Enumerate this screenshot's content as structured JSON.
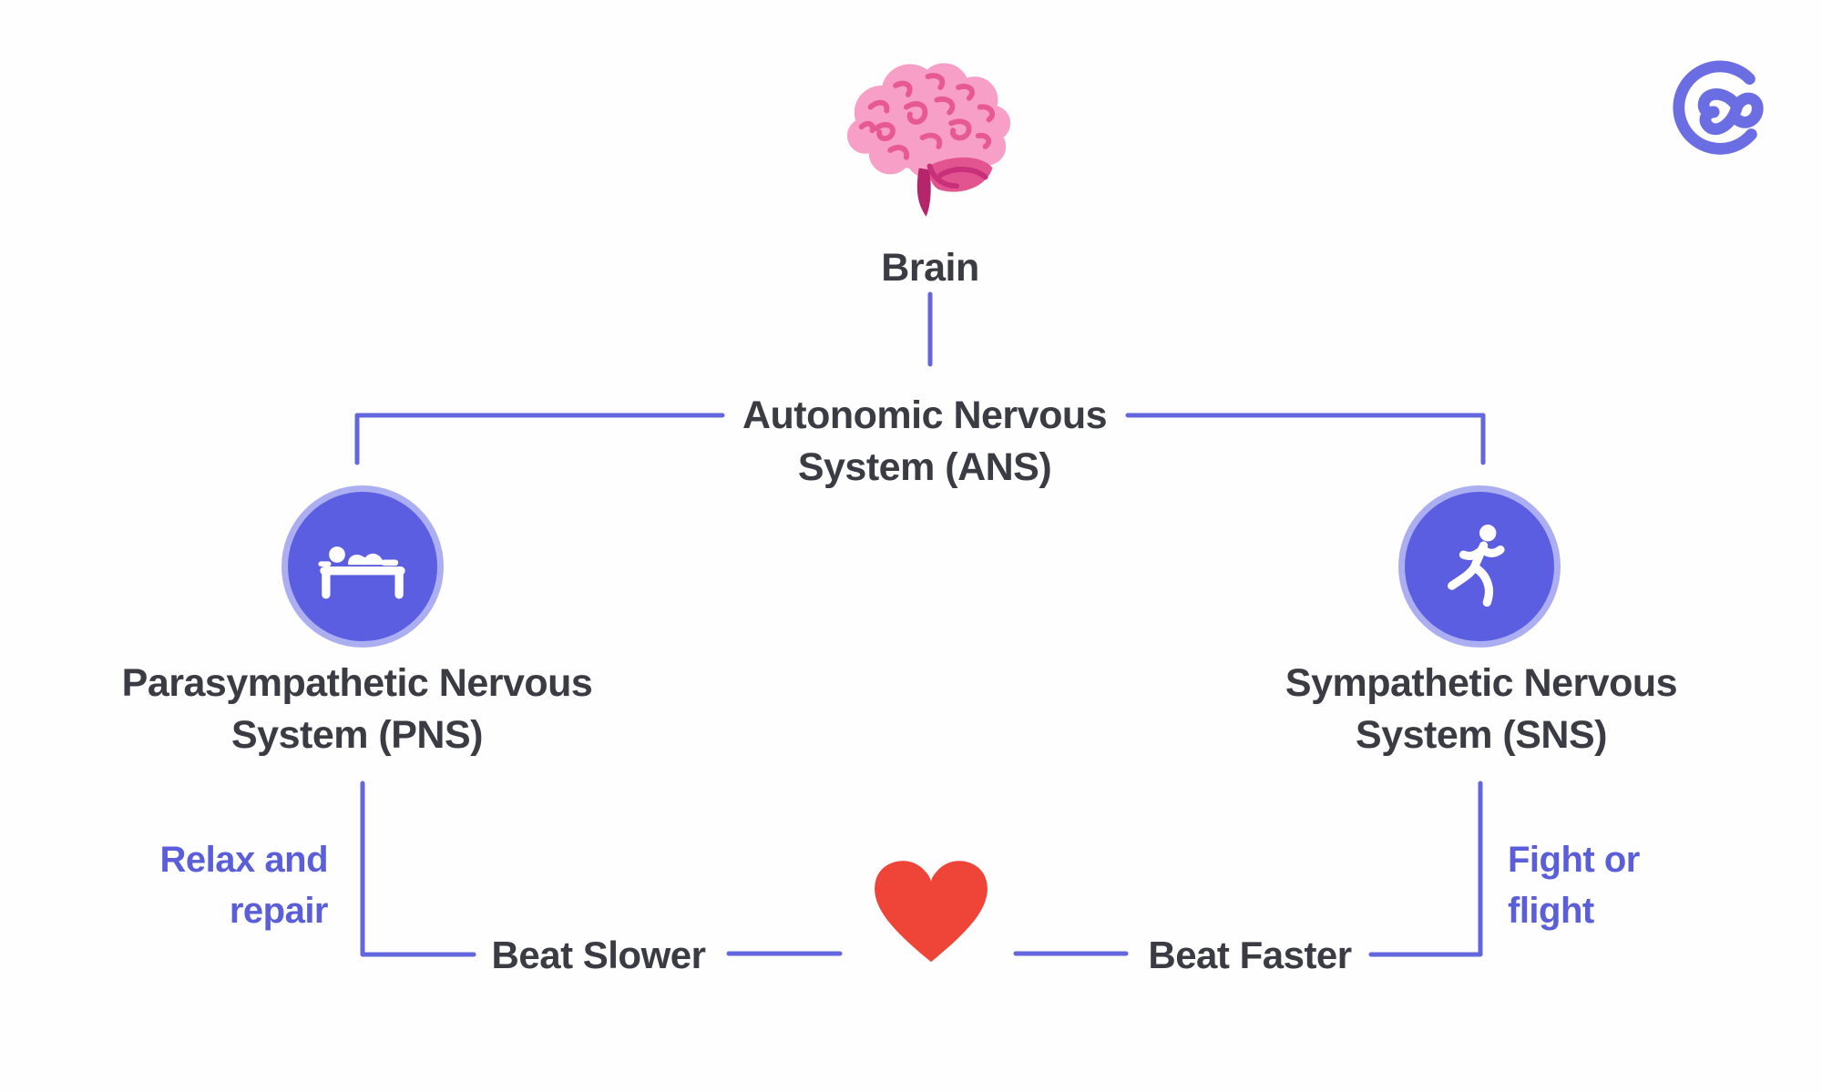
{
  "title": "Autonomic Nervous System diagram",
  "colors": {
    "background": "#fefefe",
    "connector_purple": "#6366dc",
    "accent_purple_text": "#5a5ed9",
    "node_fill": "#5b5ee1",
    "node_ring": "#acaef2",
    "heart_red": "#ef4438",
    "text_dark": "#3b3b43",
    "brain_pink": "#f79fc6",
    "brain_pink_dark": "#e75993",
    "brain_magenta": "#b5256b",
    "logo_purple": "#6b6ee2"
  },
  "logo": {
    "icon": "heart-c-logo-icon"
  },
  "nodes": {
    "brain": {
      "icon": "brain-icon",
      "label": "Brain"
    },
    "ans": {
      "line1": "Autonomic Nervous",
      "line2": "System (ANS)"
    },
    "pns": {
      "icon": "resting-person-icon",
      "line1": "Parasympathetic Nervous",
      "line2": "System (PNS)"
    },
    "sns": {
      "icon": "running-person-icon",
      "line1": "Sympathetic Nervous",
      "line2": "System (SNS)"
    },
    "heart": {
      "icon": "heart-icon"
    }
  },
  "effects": {
    "pns_action": {
      "line1": "Relax and",
      "line2": "repair"
    },
    "sns_action": {
      "line1": "Fight or",
      "line2": "flight"
    },
    "heart_slower": "Beat Slower",
    "heart_faster": "Beat Faster"
  }
}
